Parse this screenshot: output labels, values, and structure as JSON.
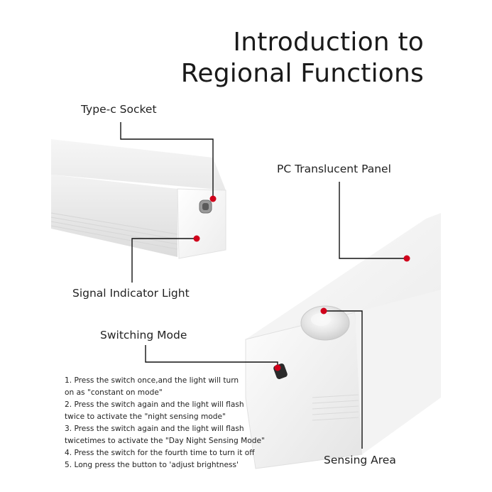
{
  "title": {
    "line1": "Introduction to",
    "line2": "Regional Functions"
  },
  "labels": {
    "type_c_socket": "Type-c Socket",
    "pc_translucent_panel": "PC Translucent Panel",
    "signal_indicator_light": "Signal Indicator Light",
    "switching_mode": "Switching Mode",
    "sensing_area": "Sensing Area"
  },
  "instructions": [
    "1. Press the switch once,and the light will turn",
    "on as \"constant on mode\"",
    "2. Press the switch again and the light will flash",
    "twice to activate the \"night sensing mode\"",
    "3. Press the switch again and the light will flash",
    "twicetimes to activate the \"Day Night Sensing Mode\"",
    "4. Press the switch for the fourth time to turn it off",
    "5. Long press the button to 'adjust brightness'"
  ],
  "colors": {
    "marker": "#d0021b",
    "leader_line": "#111111",
    "text": "#222222"
  }
}
